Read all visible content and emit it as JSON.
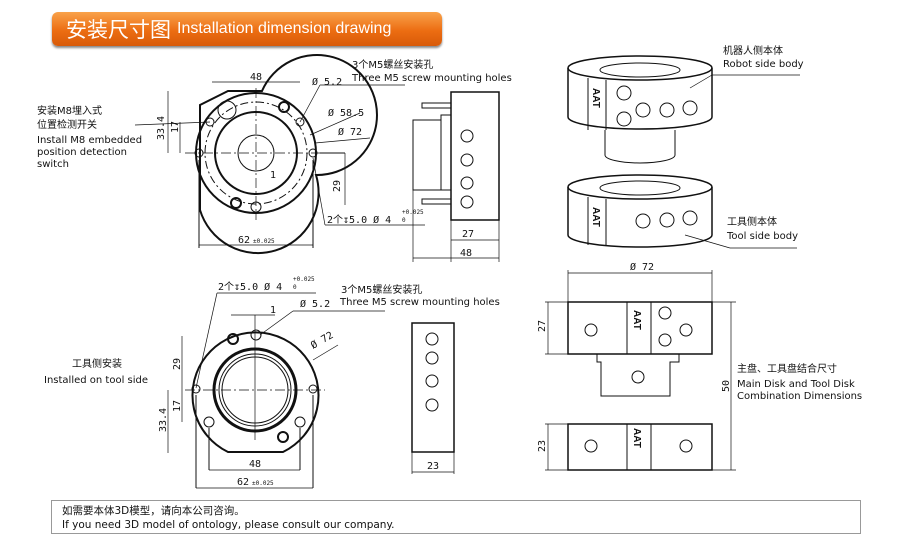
{
  "header": {
    "title_zh": "安装尺寸图",
    "title_en": "Installation dimension drawing",
    "accent_color": "#ec6d12"
  },
  "top_view": {
    "callout_holes_zh": "3个M5螺丝安装孔",
    "callout_holes_en": "Three M5 screw mounting holes",
    "callout_switch_zh_1": "安装M8埋入式",
    "callout_switch_zh_2": "位置检测开关",
    "callout_switch_en_1": "Install M8 embedded",
    "callout_switch_en_2": "position detection",
    "callout_switch_en_3": "switch",
    "dim_48": "48",
    "dim_d52": "Ø 5.2",
    "dim_d585": "Ø 58.5",
    "dim_d72": "Ø 72",
    "dim_334": "33.4",
    "dim_17": "17",
    "dim_29": "29",
    "dim_1": "1",
    "dim_pin": "2个↧5.0  Ø 4",
    "tol_upper": "+0.025",
    "tol_lower": "0",
    "dim_62": "62",
    "tol_62": "±0.025",
    "side_27": "27",
    "side_48": "48"
  },
  "iso_view": {
    "robot_zh": "机器人侧本体",
    "robot_en": "Robot side body",
    "tool_zh": "工具侧本体",
    "tool_en": "Tool side body",
    "brand": "AAT"
  },
  "bottom_view": {
    "label_zh": "工具侧安装",
    "label_en": "Installed on tool side",
    "dim_pin": "2个↧5.0  Ø 4",
    "tol_upper": "+0.025",
    "tol_lower": "0",
    "callout_holes_zh": "3个M5螺丝安装孔",
    "callout_holes_en": "Three M5 screw mounting holes",
    "dim_d52": "Ø 5.2",
    "dim_1": "1",
    "dim_d72": "Ø 72",
    "dim_29": "29",
    "dim_17": "17",
    "dim_334": "33.4",
    "dim_48": "48",
    "dim_62": "62",
    "tol_62": "±0.025",
    "side_23": "23"
  },
  "combo_view": {
    "dim_d72": "Ø 72",
    "dim_27": "27",
    "dim_23": "23",
    "dim_50": "50",
    "label_zh": "主盘、工具盘结合尺寸",
    "label_en_1": "Main Disk and Tool Disk",
    "label_en_2": "Combination Dimensions"
  },
  "footer": {
    "zh": "如需要本体3D模型，请向本公司咨询。",
    "en": "If you need 3D model of ontology, please consult our company."
  }
}
